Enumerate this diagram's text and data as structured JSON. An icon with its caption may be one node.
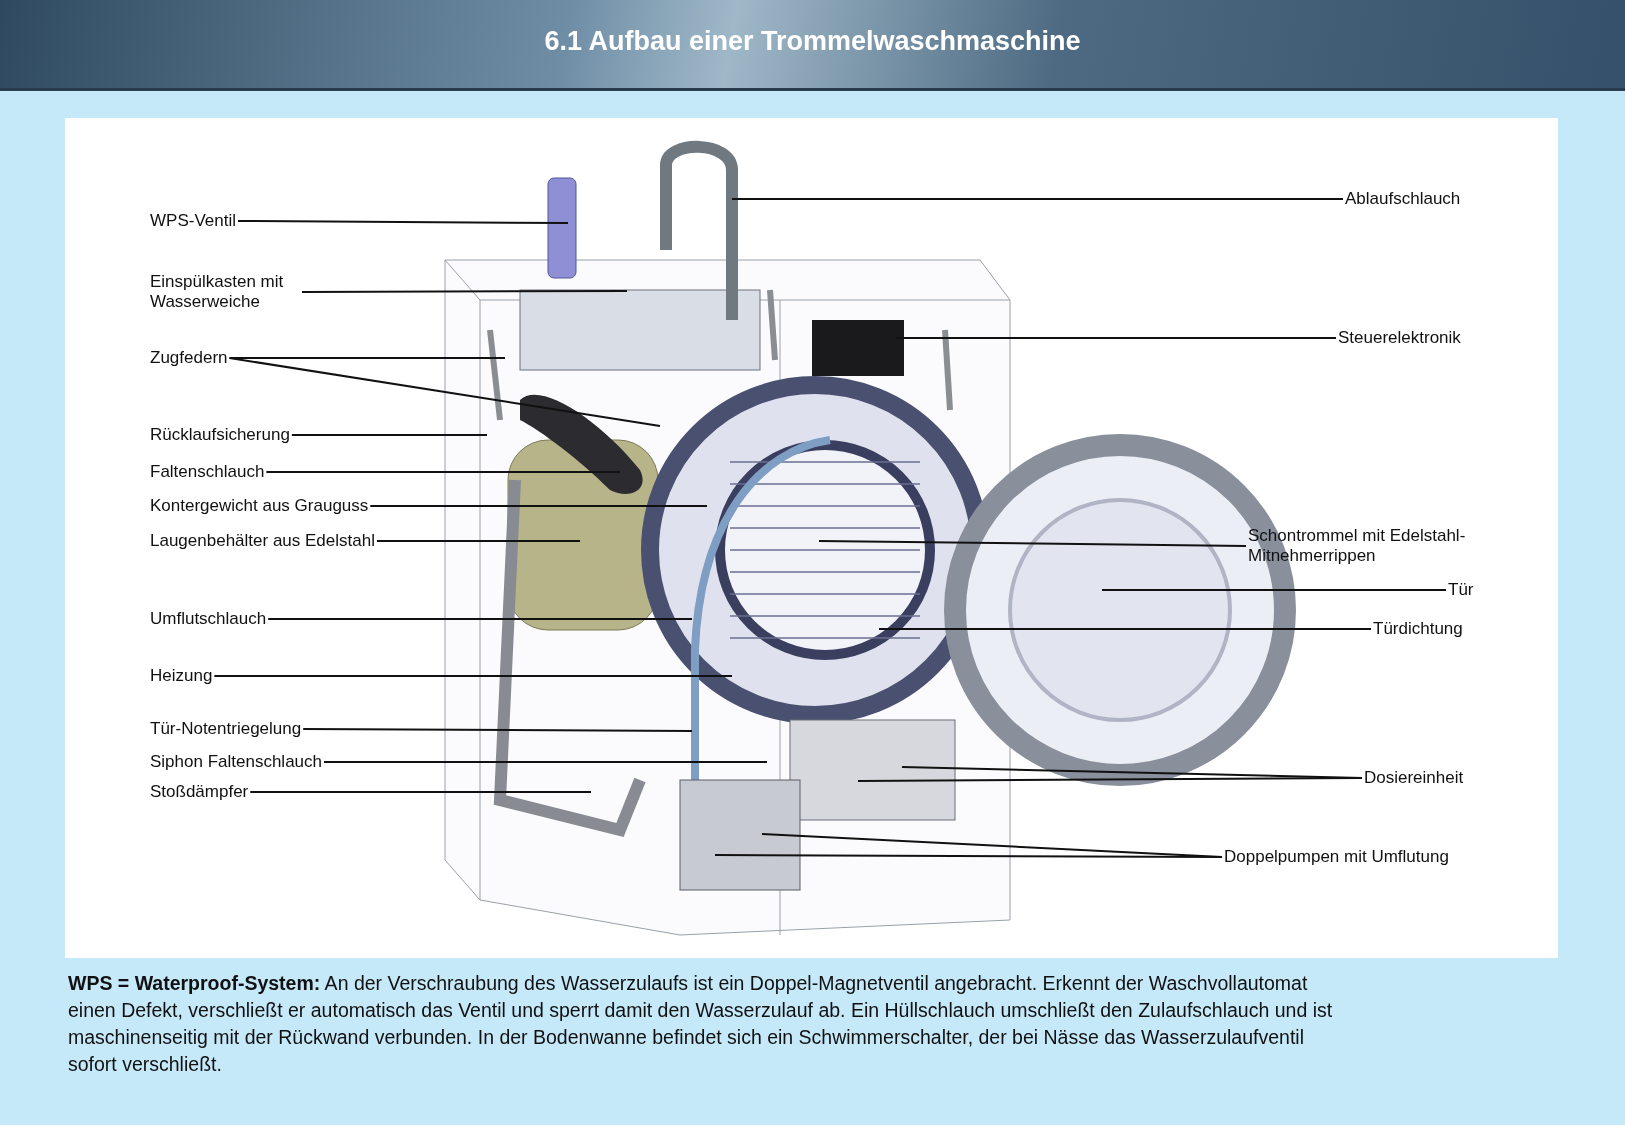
{
  "diagram": {
    "title": "6.1 Aufbau einer Trommelwaschmaschine",
    "caption": "**WPS = Waterproof-System:**  An der Verschraubung des Wasserzulaufs ist ein Doppel-Magnetventil angebracht. Erkennt der Waschvollautomat einen Defekt, verschließt er automatisch das Ventil und sperrt damit den Wasserzulauf ab. Ein Hüllschlauch umschließt den Zulaufschlauch und ist maschinenseitig mit der Rückwand verbunden. In der Bodenwanne befindet sich ein Schwimmerschalter, der bei Nässe das Wasserzulaufventil sofort verschließt.",
    "nodes": [
      {
        "text": [
          "WPS-Ventil"
        ]
      },
      {
        "text": [
          "Einspülkasten mit Wasserweiche"
        ]
      },
      {
        "text": [
          "Zugfedern"
        ]
      },
      {
        "text": [
          "Rücklaufsicherung"
        ]
      },
      {
        "text": [
          "Faltenschlauch"
        ]
      },
      {
        "text": [
          "Kontergewicht aus Grauguss"
        ]
      },
      {
        "text": [
          "Laugenbehälter aus Edelstahl"
        ]
      },
      {
        "text": [
          "Umflutschlauch"
        ]
      },
      {
        "text": [
          "Heizung"
        ]
      },
      {
        "text": [
          "Tür-Notentriegelung"
        ]
      },
      {
        "text": [
          "Siphon Faltenschlauch"
        ]
      },
      {
        "text": [
          "Stoßdämpfer"
        ]
      },
      {
        "text": [
          "Ablaufschlauch"
        ]
      },
      {
        "text": [
          "Steuerelektronik"
        ]
      },
      {
        "text": [
          "Schontrommel mit Edelstahl-Mitnehmerrippen"
        ]
      },
      {
        "text": [
          "Tür"
        ]
      },
      {
        "text": [
          "Türdichtung"
        ]
      },
      {
        "text": [
          "Dosiereinheit"
        ]
      },
      {
        "text": [
          "Doppelpumpen mit Umflutung"
        ]
      }
    ],
    "edges": [
      {
        "from": 0,
        "to": null,
        "arrow": "none"
      },
      {
        "from": 1,
        "to": null,
        "arrow": "none"
      },
      {
        "from": 2,
        "to": null,
        "arrow": "none"
      },
      {
        "from": 2,
        "to": null,
        "arrow": "none"
      },
      {
        "from": 3,
        "to": null,
        "arrow": "none"
      },
      {
        "from": 4,
        "to": null,
        "arrow": "none"
      },
      {
        "from": 5,
        "to": null,
        "arrow": "none"
      },
      {
        "from": 6,
        "to": null,
        "arrow": "none"
      },
      {
        "from": 7,
        "to": null,
        "arrow": "none"
      },
      {
        "from": 8,
        "to": null,
        "arrow": "none"
      },
      {
        "from": 9,
        "to": null,
        "arrow": "none"
      },
      {
        "from": 10,
        "to": null,
        "arrow": "none"
      },
      {
        "from": 11,
        "to": null,
        "arrow": "none"
      },
      {
        "from": 12,
        "to": null,
        "arrow": "none"
      },
      {
        "from": 13,
        "to": null,
        "arrow": "none"
      },
      {
        "from": 14,
        "to": null,
        "arrow": "none"
      },
      {
        "from": 15,
        "to": null,
        "arrow": "none"
      },
      {
        "from": 16,
        "to": null,
        "arrow": "none"
      },
      {
        "from": 17,
        "to": null,
        "arrow": "none"
      },
      {
        "from": 17,
        "to": null,
        "arrow": "none"
      },
      {
        "from": 18,
        "to": null,
        "arrow": "none"
      },
      {
        "from": 18,
        "to": null,
        "arrow": "none"
      }
    ]
  }
}
